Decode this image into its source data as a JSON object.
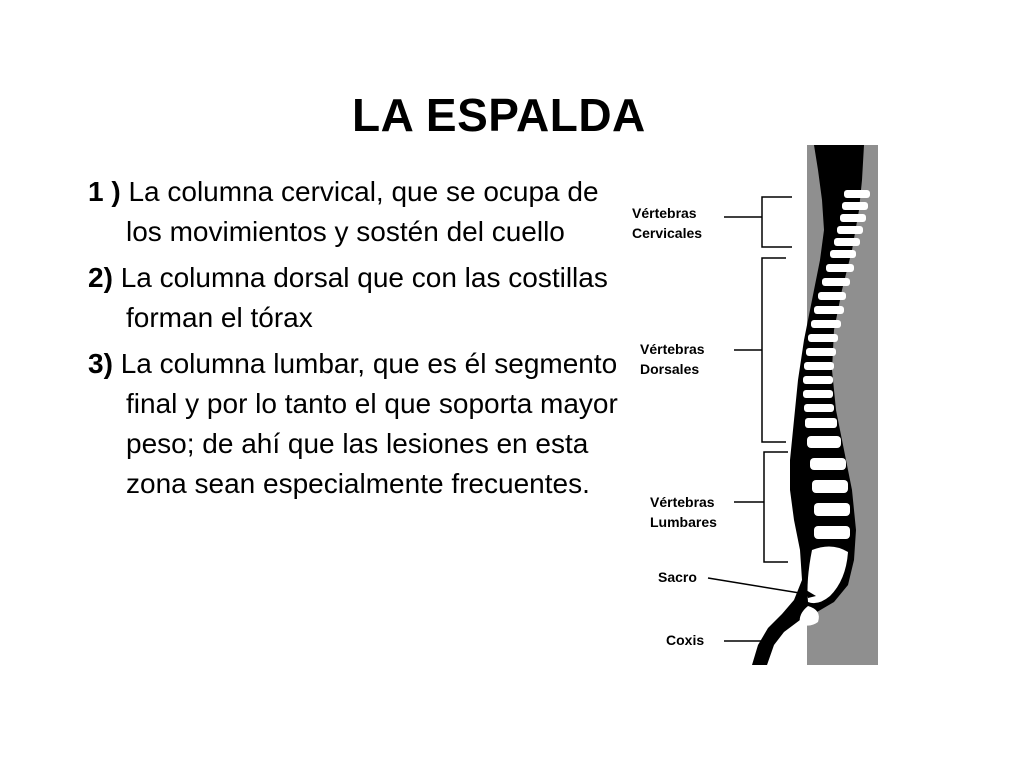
{
  "title": "LA ESPALDA",
  "points": [
    {
      "num": "1 )",
      "text": "La columna cervical, que se ocupa de los movimientos y sostén del cuello"
    },
    {
      "num": "2)",
      "text": "La columna dorsal que con las costillas forman el tórax"
    },
    {
      "num": "3)",
      "text": "La columna lumbar, que es él segmento final y por lo tanto el que soporta mayor peso; de ahí que las lesiones en esta zona sean especialmente frecuentes."
    }
  ],
  "diagram": {
    "labels": {
      "cervical_1": "Vértebras",
      "cervical_2": "Cervicales",
      "dorsal_1": "Vértebras",
      "dorsal_2": "Dorsales",
      "lumbar_1": "Vértebras",
      "lumbar_2": "Lumbares",
      "sacrum": "Sacro",
      "coccyx": "Coxis"
    },
    "colors": {
      "background_panel": "#8f8f8f",
      "body_silhouette": "#000000",
      "bone": "#ffffff"
    }
  }
}
